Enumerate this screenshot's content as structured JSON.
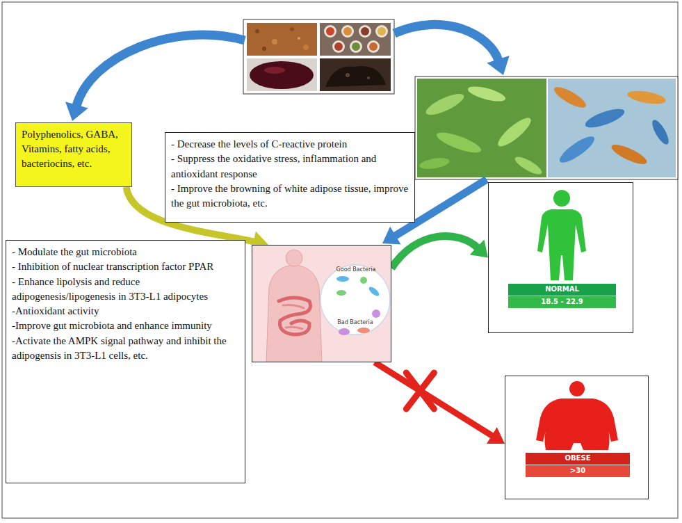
{
  "diagram": {
    "nodes": [
      {
        "text": [
          "Polyphenolics, GABA, Vitamins, fatty acids, bacteriocins, etc."
        ]
      },
      {
        "text": [
          "- Decrease the levels of C-reactive protein",
          "- Suppress the oxidative stress, inflammation and antioxidant response",
          "- Improve the browning of white adipose tissue, improve the gut microbiota, etc."
        ]
      },
      {
        "text": [
          "- Modulate the gut microbiota",
          "- Inhibition of nuclear transcription factor PPAR",
          "- Enhance lipolysis and reduce adipogenesis/lipogenesis in 3T3-L1 adipocytes",
          "-Antioxidant activity",
          "-Improve gut microbiota and enhance immunity",
          "-Activate the AMPK signal pathway and inhibit the adipogensis in 3T3-L1 cells, etc."
        ]
      },
      {
        "text": [
          "Good Bacteria",
          "Bad Bacteria"
        ]
      },
      {
        "text": [
          "NORMAL",
          "18.5 - 22.9"
        ]
      },
      {
        "text": [
          "OBESE",
          ">30"
        ]
      }
    ],
    "edges": [
      {
        "from": 0,
        "to": 3,
        "arrow": "to"
      },
      {
        "from": 3,
        "to": 4,
        "arrow": "to"
      },
      {
        "from": 3,
        "to": 5,
        "arrow": "to"
      }
    ]
  }
}
